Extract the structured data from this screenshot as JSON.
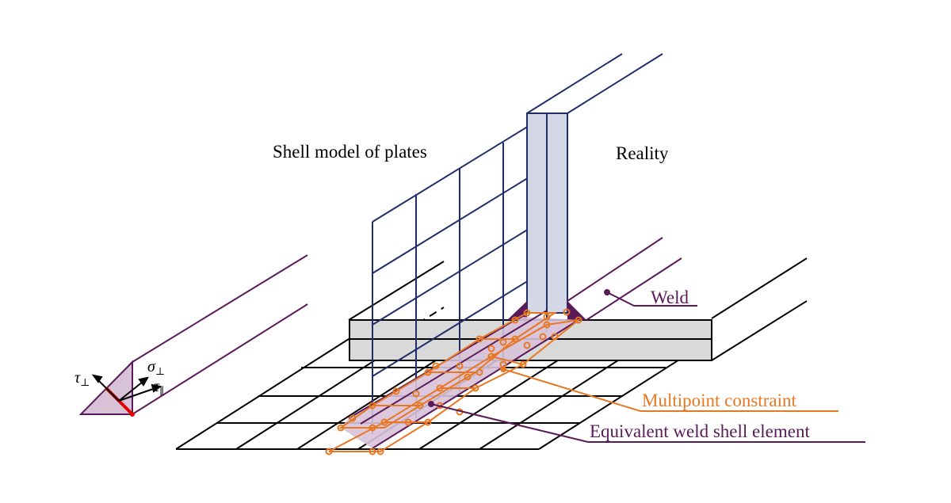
{
  "labels": {
    "shell_model": "Shell model of plates",
    "reality": "Reality",
    "weld": "Weld",
    "mpc": "Multipoint constraint",
    "equiv": "Equivalent weld shell element"
  },
  "symbols": {
    "tau_perp": "τ",
    "tau_perp_sub": "⊥",
    "sigma_perp": "σ",
    "sigma_perp_sub": "⊥",
    "tau_par": "τ",
    "tau_par_sub": "∥"
  },
  "colors": {
    "mesh": "#000000",
    "shell": "#1f2d6b",
    "weld": "#5a1a5a",
    "mpc": "#e87722",
    "plate_fill": "#d9d9d9",
    "web_fill": "#d4d8e6",
    "weld_fill": "#d8c2d8",
    "weld_dark": "#5a1a5a",
    "stress_red": "#e00000"
  }
}
